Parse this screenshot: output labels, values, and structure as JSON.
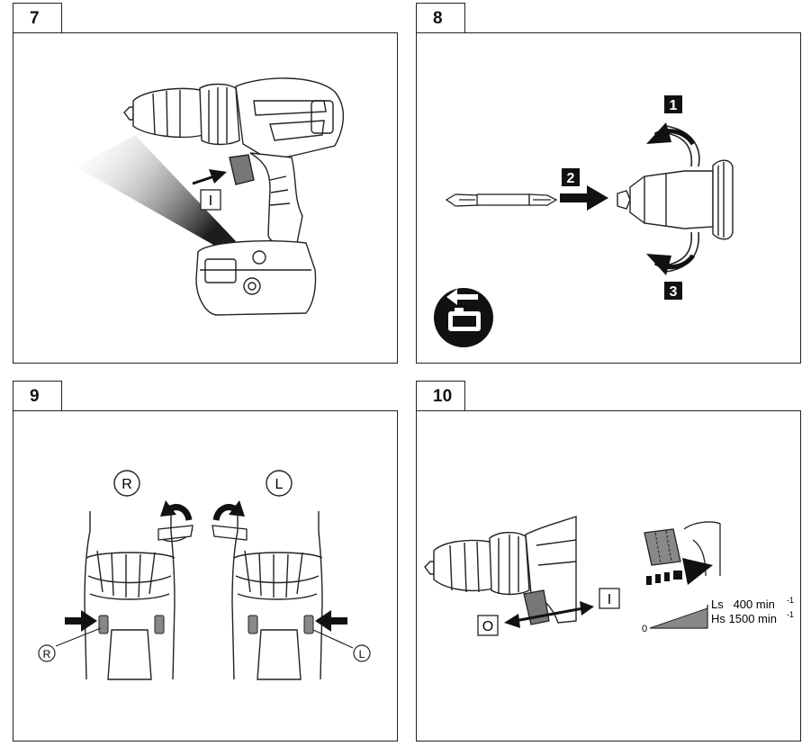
{
  "panels": [
    {
      "number": "7",
      "switch_label": "I"
    },
    {
      "number": "8",
      "steps": [
        "1",
        "2",
        "3"
      ]
    },
    {
      "number": "9",
      "direction_right": "R",
      "direction_left": "L",
      "button_right": "R",
      "button_left": "L"
    },
    {
      "number": "10",
      "off_label": "O",
      "on_label": "I",
      "axis_zero": "0",
      "speed_low": "Ls   400 min",
      "speed_high": "Hs 1500 min",
      "unit_exp": "-1"
    }
  ],
  "colors": {
    "line": "#222222",
    "fill_dark": "#111111",
    "gray": "#888888"
  },
  "icons": [
    "drill-illustration",
    "trigger-arrow-icon",
    "battery-remove-icon",
    "bit-icon",
    "chuck-icon",
    "rotate-arrow-icon",
    "push-arrow-icon",
    "speed-ramp-icon"
  ]
}
